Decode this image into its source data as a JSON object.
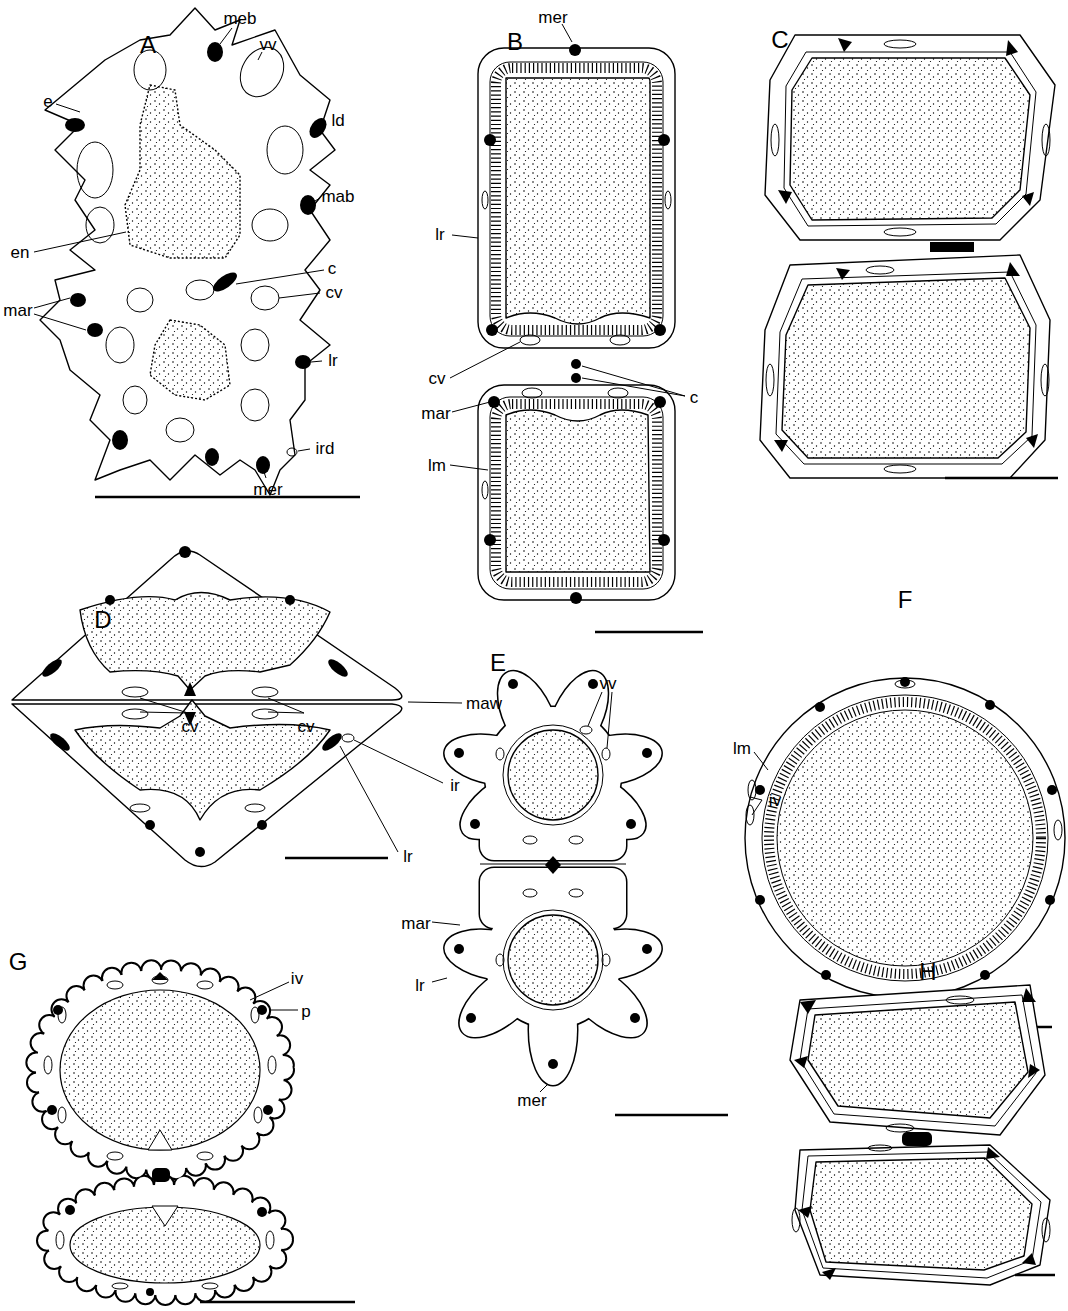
{
  "diagram": {
    "labels": [
      "A",
      "meb",
      "vv",
      "e",
      "ld",
      "mab",
      "en",
      "c",
      "cv",
      "mar",
      "lr",
      "ird",
      "mer",
      "B",
      "mer",
      "lr",
      "cv",
      "mar",
      "c",
      "lm",
      "C",
      "D",
      "maw",
      "cv",
      "cv",
      "ir",
      "lr",
      "E",
      "vv",
      "mar",
      "lr",
      "mer",
      "F",
      "lm",
      "iv",
      "G",
      "iv",
      "p",
      "H"
    ]
  }
}
